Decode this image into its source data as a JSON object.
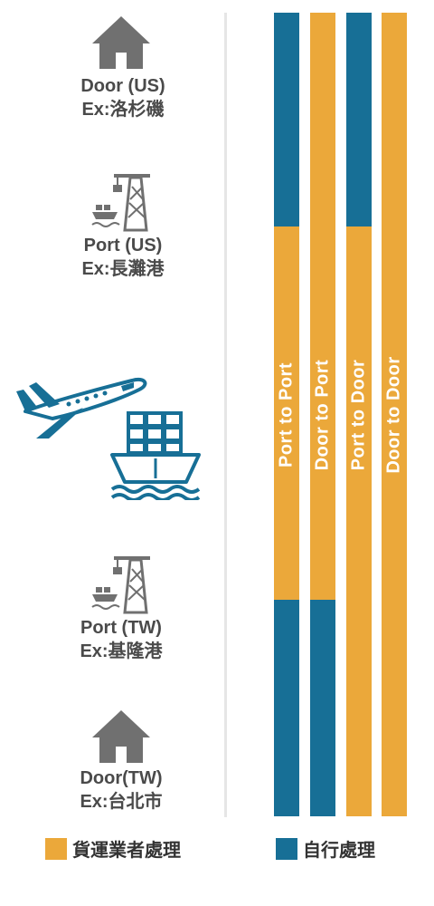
{
  "colors": {
    "orange": "#EBA83A",
    "blue": "#176F96",
    "gray": "#707070"
  },
  "nodes": [
    {
      "title": "Door (US)",
      "example": "Ex:洛杉磯",
      "icon": "house-icon"
    },
    {
      "title": "Port (US)",
      "example": "Ex:長灘港",
      "icon": "port-crane-icon"
    },
    {
      "title": "Port (TW)",
      "example": "Ex:基隆港",
      "icon": "port-crane-icon"
    },
    {
      "title": "Door(TW)",
      "example": "Ex:台北市",
      "icon": "house-icon"
    }
  ],
  "transport_icons": [
    "airplane-icon",
    "cargo-ship-icon"
  ],
  "routes": [
    {
      "label": "Port to Port",
      "segments": [
        "self",
        "forwarder",
        "self"
      ]
    },
    {
      "label": "Door to Port",
      "segments": [
        "forwarder",
        "forwarder",
        "self"
      ]
    },
    {
      "label": "Port to Door",
      "segments": [
        "self",
        "forwarder",
        "forwarder"
      ]
    },
    {
      "label": "Door to Door",
      "segments": [
        "forwarder",
        "forwarder",
        "forwarder"
      ]
    }
  ],
  "legend": {
    "forwarder": "貨運業者處理",
    "self": "自行處理"
  }
}
